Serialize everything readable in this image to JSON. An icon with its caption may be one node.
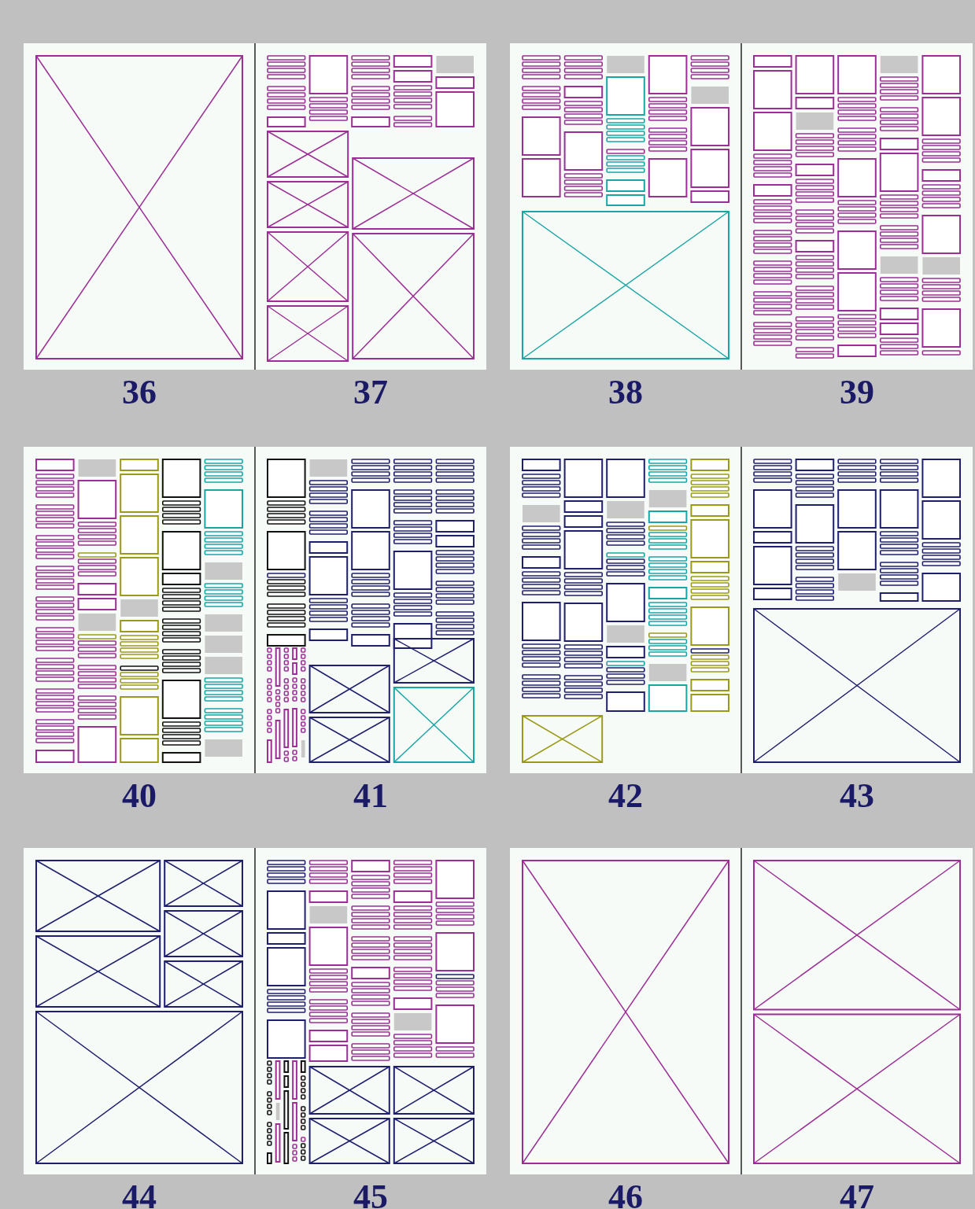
{
  "diagram": {
    "labels": [
      "36",
      "37",
      "38",
      "39",
      "40",
      "41",
      "42",
      "43",
      "44",
      "45",
      "46",
      "47"
    ]
  }
}
